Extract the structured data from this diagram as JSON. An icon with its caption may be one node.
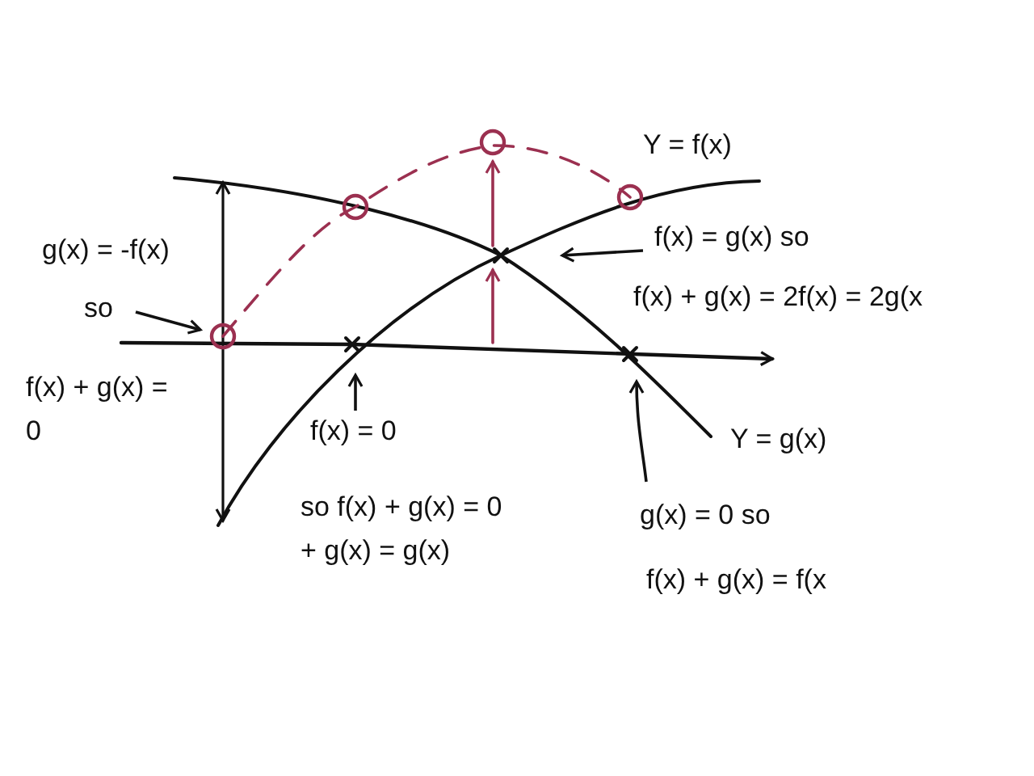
{
  "diagram": {
    "nodes": [
      {
        "text": [
          "so"
        ]
      },
      {
        "text": [
          "f(x) = g(x) so"
        ]
      },
      {
        "text": [
          "f(x) = 0"
        ]
      },
      {
        "text": [
          "g(x) = 0 so"
        ]
      }
    ],
    "edges": [
      {
        "from": 0,
        "to": null,
        "arrow": "to"
      },
      {
        "from": 1,
        "to": null,
        "arrow": "to"
      },
      {
        "from": 2,
        "to": null,
        "arrow": "to"
      },
      {
        "from": 3,
        "to": null,
        "arrow": "to"
      }
    ],
    "labels": [
      "Y = f(x)",
      "g(x) = -f(x)",
      "f(x) + g(x) = 0",
      "f(x) + g(x) = 2f(x) = 2g(x",
      "Y = g(x)",
      "so f(x) + g(x) = 0 + g(x) = g(x)",
      "f(x) + g(x) = f(x"
    ]
  }
}
